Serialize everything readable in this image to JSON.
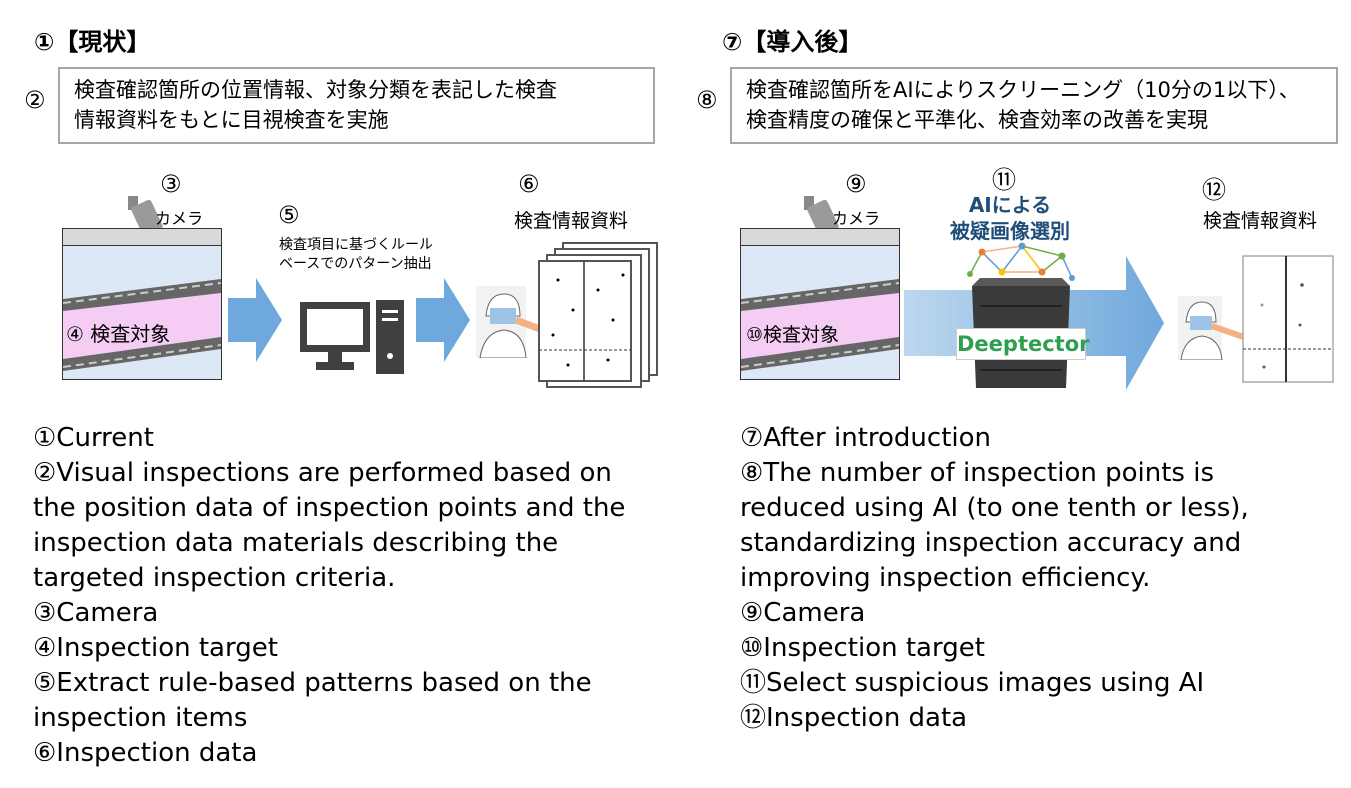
{
  "left": {
    "heading_num": "①",
    "heading_text": "【現状】",
    "desc_num": "②",
    "desc_lines": [
      "検査確認箇所の位置情報、対象分類を表記した検査",
      "情報資料をもとに目視検査を実施"
    ],
    "camera_num": "③",
    "camera_label": "カメラ",
    "target_label": "④ 検査対象",
    "rule_num": "⑤",
    "rule_lines": [
      "検査項目に基づくルール",
      "ベースでのパターン抽出"
    ],
    "data_num": "⑥",
    "data_label": "検査情報資料",
    "english": [
      "①Current",
      "②Visual inspections are performed based on",
      "the position data of inspection points and the",
      "inspection data materials describing the",
      "targeted inspection criteria.",
      "③Camera",
      "④Inspection target",
      "⑤Extract rule-based patterns based on the",
      "inspection items",
      "⑥Inspection data"
    ]
  },
  "right": {
    "heading_num": "⑦",
    "heading_text": "【導入後】",
    "desc_num": "⑧",
    "desc_lines": [
      "検査確認箇所をAIによりスクリーニング（10分の1以下）、",
      "検査精度の確保と平準化、検査効率の改善を実現"
    ],
    "camera_num": "⑨",
    "camera_label": "カメラ",
    "target_label": "⑩検査対象",
    "ai_num": "⑪",
    "ai_lines": [
      "AIによる",
      "被疑画像選別"
    ],
    "brand": "Deeptector",
    "data_num": "⑫",
    "data_label": "検査情報資料",
    "english": [
      "⑦After introduction",
      "⑧The number of inspection points is",
      "reduced using AI (to one tenth or less),",
      "standardizing inspection accuracy and",
      "improving inspection efficiency.",
      "⑨Camera",
      "⑩Inspection target",
      "⑪Select suspicious images using AI",
      "⑫Inspection data"
    ]
  },
  "colors": {
    "arrow_blue": "#6fa8dc",
    "target_pink": "#f4ccf4",
    "panel_blue": "#dce8f5",
    "ai_text": "#1f4e79",
    "brand_green": "#2e9e4f"
  }
}
